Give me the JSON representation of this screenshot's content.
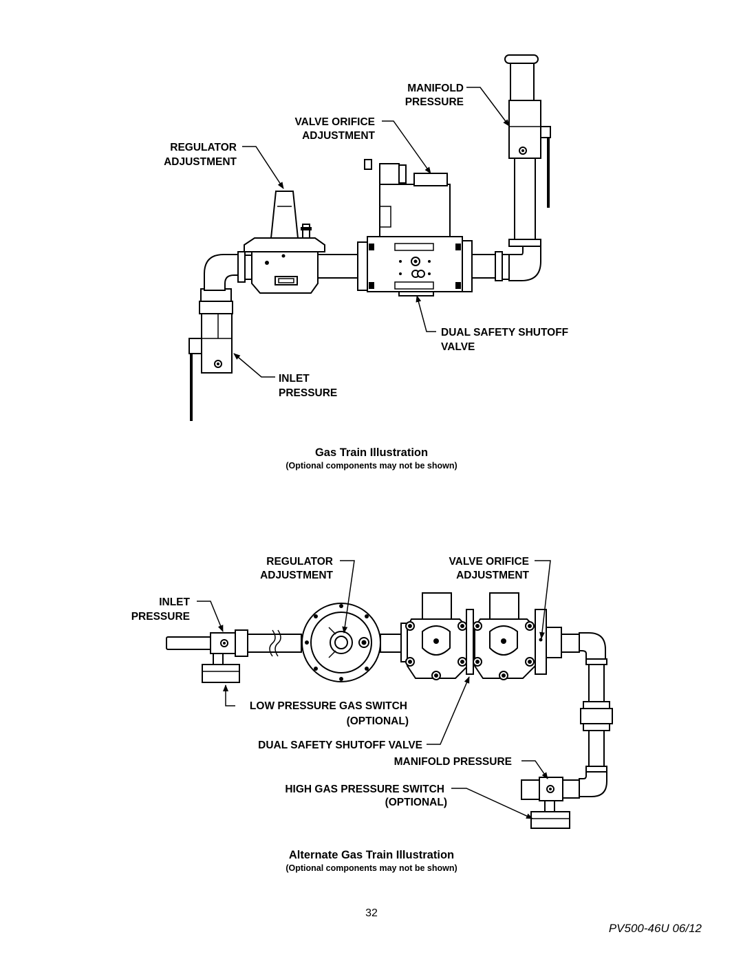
{
  "diagram1": {
    "labels": {
      "manifold_1": "MANIFOLD",
      "manifold_2": "PRESSURE",
      "valve_orifice_1": "VALVE ORIFICE",
      "valve_orifice_2": "ADJUSTMENT",
      "regulator_1": "REGULATOR",
      "regulator_2": "ADJUSTMENT",
      "dual_1": "DUAL SAFETY SHUTOFF",
      "dual_2": "VALVE",
      "inlet_1": "INLET",
      "inlet_2": "PRESSURE"
    },
    "caption": "Gas Train Illustration",
    "subcaption": "(Optional components may not be shown)"
  },
  "diagram2": {
    "labels": {
      "regulator_1": "REGULATOR",
      "regulator_2": "ADJUSTMENT",
      "valve_orifice_1": "VALVE ORIFICE",
      "valve_orifice_2": "ADJUSTMENT",
      "inlet_1": "INLET",
      "inlet_2": "PRESSURE",
      "low_switch_1": "LOW PRESSURE GAS SWITCH",
      "low_switch_2": "(OPTIONAL)",
      "dual_valve": "DUAL SAFETY SHUTOFF VALVE",
      "manifold": "MANIFOLD PRESSURE",
      "high_switch_1": "HIGH GAS PRESSURE SWITCH",
      "high_switch_2": "(OPTIONAL)"
    },
    "caption": "Alternate Gas Train Illustration",
    "subcaption": "(Optional components may not be shown)"
  },
  "footer": {
    "page_number": "32",
    "doc_code": "PV500-46U  06/12"
  }
}
